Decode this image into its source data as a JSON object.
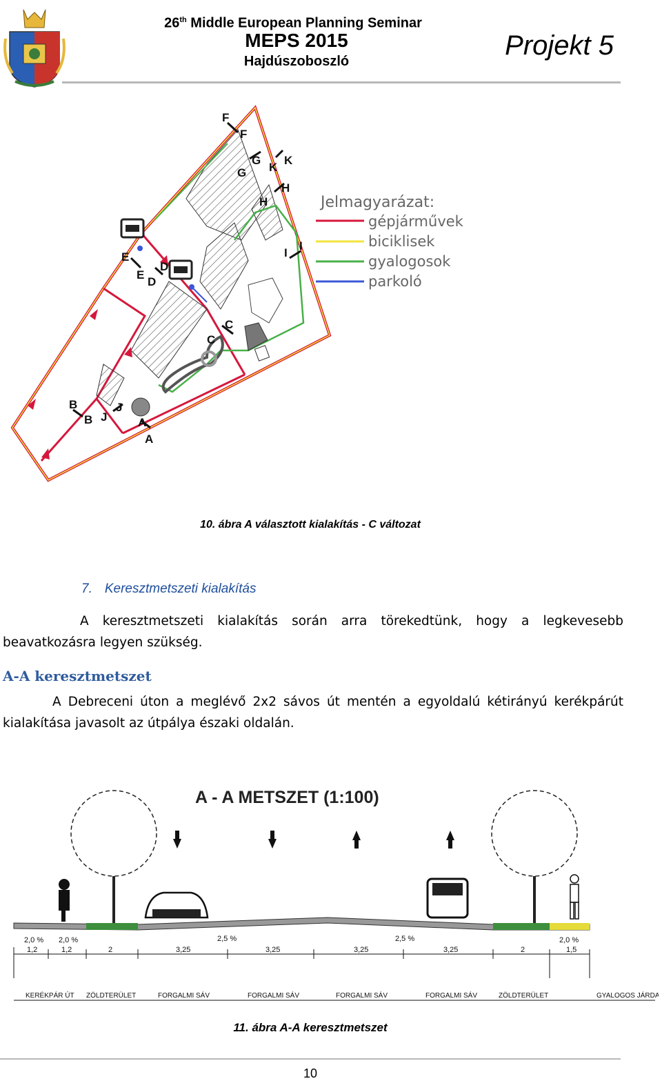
{
  "header": {
    "seminar_prefix": "26",
    "seminar_sup": "th",
    "seminar_rest": " Middle European Planning Seminar",
    "meps": "MEPS 2015",
    "city": "Hajdúszoboszló",
    "project": "Projekt 5"
  },
  "siteplan": {
    "legend_title": "Jelmagyarázat:",
    "legend_items": [
      {
        "label": "gépjárművek",
        "color": "#d6173c"
      },
      {
        "label": "biciklisek",
        "color": "#f2e43a"
      },
      {
        "label": "gyalogosok",
        "color": "#48b048"
      },
      {
        "label": "parkoló",
        "color": "#3b57d6"
      }
    ],
    "section_letters": [
      "F",
      "F",
      "G",
      "K",
      "K",
      "G",
      "H",
      "H",
      "I",
      "I",
      "E",
      "E",
      "D",
      "D",
      "C",
      "C",
      "B",
      "B",
      "J",
      "J",
      "A",
      "A"
    ]
  },
  "caption1": "10. ábra A választott kialakítás - C változat",
  "section": {
    "number": "7.",
    "title": "Keresztmetszeti kialakítás"
  },
  "para1": "A keresztmetszeti kialakítás során arra törekedtünk, hogy a legkevesebb beavatkozásra legyen szükség.",
  "subhead": "A-A keresztmetszet",
  "para2": "A Debreceni úton a meglévő 2x2 sávos út mentén a egyoldalú kétirányú kerékpárút kialakítása javasolt az útpálya északi oldalán.",
  "section_figure": {
    "title": "A - A METSZET (1:100)",
    "slopes": [
      "2,0 %",
      "2,0 %",
      "2,5 %",
      "2,5 %",
      "2,0 %"
    ],
    "widths": [
      "1,2",
      "1,2",
      "2",
      "3,25",
      "3,25",
      "3,25",
      "3,25",
      "2",
      "1,5"
    ],
    "zones": [
      "KERÉKPÁR ÚT",
      "ZÖLDTERÜLET",
      "FORGALMI SÁV",
      "FORGALMI SÁV",
      "FORGALMI SÁV",
      "FORGALMI SÁV",
      "ZÖLDTERÜLET",
      "GYALOGOS JÁRDA"
    ]
  },
  "caption2": "11. ábra A-A keresztmetszet",
  "page_number": "10"
}
